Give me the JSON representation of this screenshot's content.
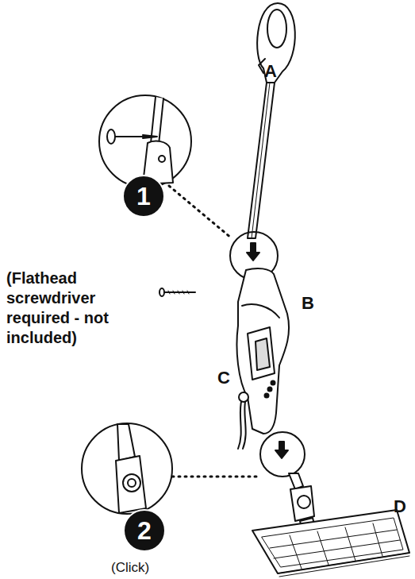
{
  "diagram": {
    "nodes": [
      {
        "text": [
          "1"
        ]
      },
      {
        "text": [
          "2"
        ]
      }
    ],
    "labels": [
      "A",
      "(Flathead screwdriver required - not included)",
      "B",
      "C",
      "D",
      "(Click)"
    ]
  }
}
